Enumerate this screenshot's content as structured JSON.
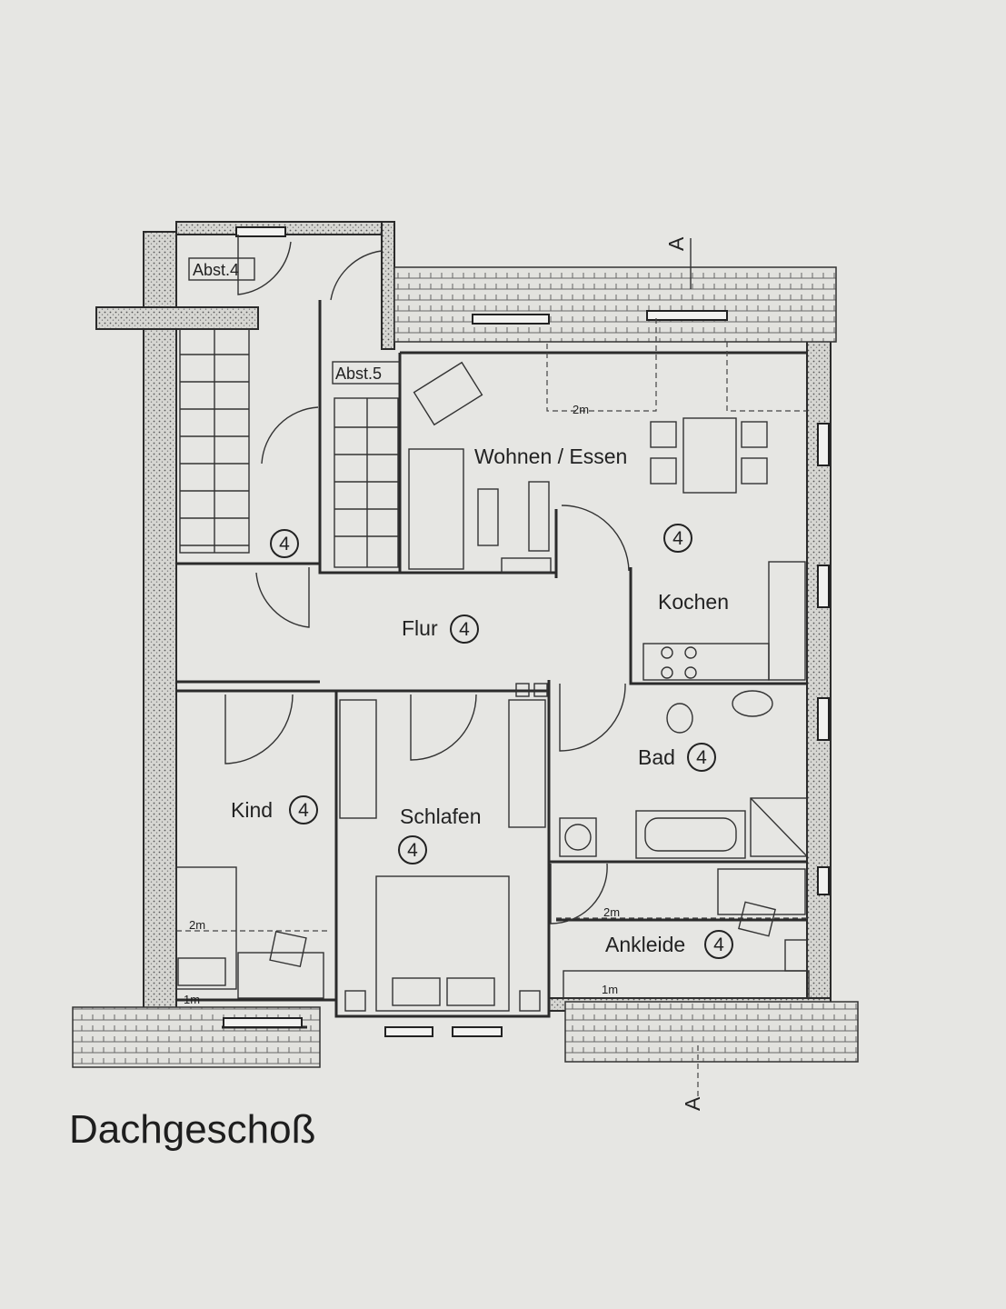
{
  "plan": {
    "title": "Dachgeschoß",
    "rooms": {
      "wohnen": "Wohnen / Essen",
      "kochen": "Kochen",
      "flur": "Flur",
      "bad": "Bad",
      "kind": "Kind",
      "schlafen": "Schlafen",
      "ankleide": "Ankleide"
    },
    "room_marker": "4",
    "storage": {
      "abst4": "Abst.4",
      "abst5": "Abst.5"
    },
    "dimensions": {
      "two_m": "2m",
      "one_m": "1m"
    },
    "section": "A"
  }
}
